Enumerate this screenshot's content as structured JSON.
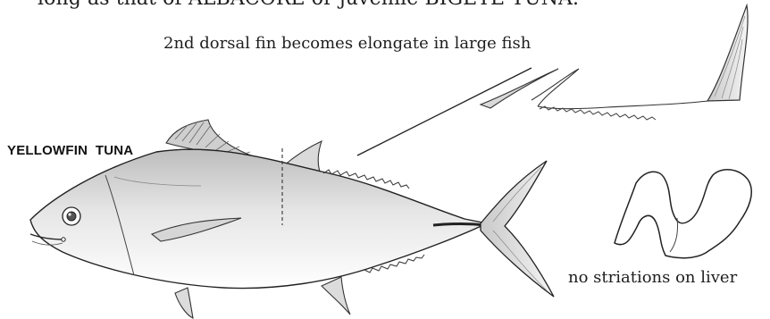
{
  "header_text": "long as that of ALBACORE or juvenile BIGEYE TUNA.",
  "dorsal_caption": "2nd  dorsal fin becomes elongate in large fish",
  "species_label": "YELLOWFIN  TUNA",
  "liver_caption": "no striations on liver"
}
